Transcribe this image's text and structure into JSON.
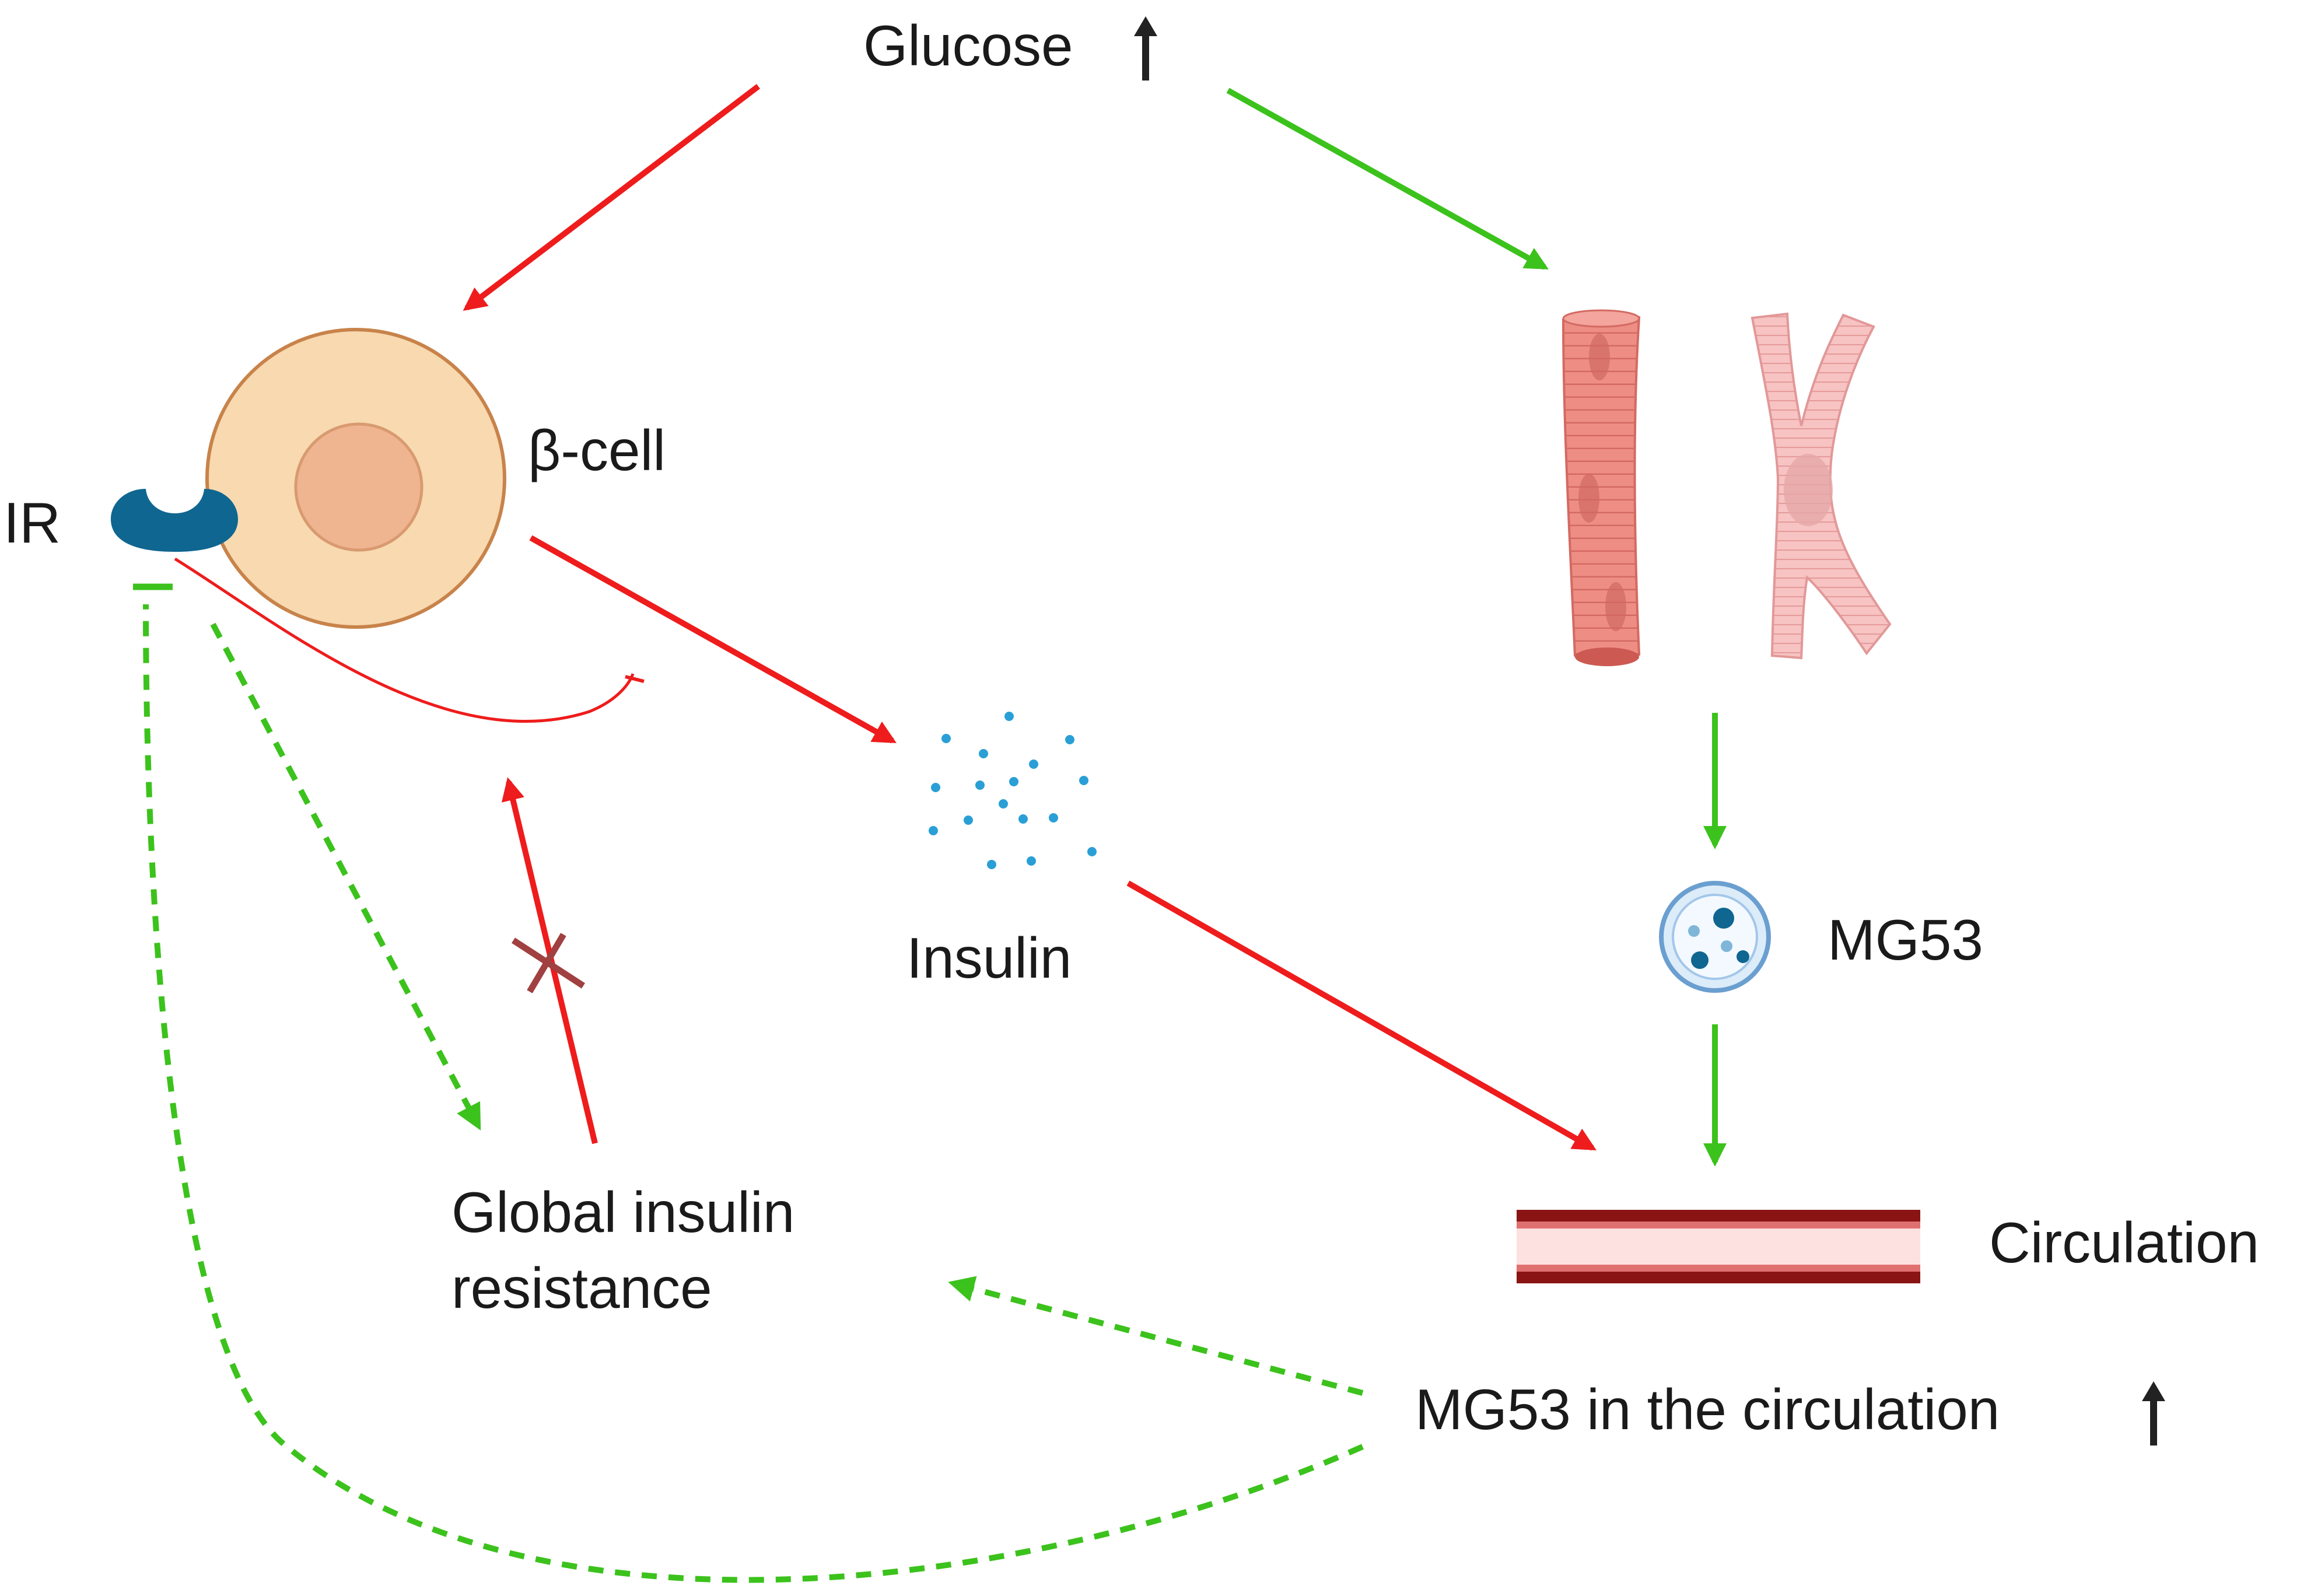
{
  "labels": {
    "glucose": "Glucose",
    "beta_cell": "β-cell",
    "ir": "IR",
    "insulin": "Insulin",
    "mg53": "MG53",
    "circulation": "Circulation",
    "global_line1": "Global insulin",
    "global_line2": "resistance",
    "mg53_circ": "MG53 in the circulation"
  },
  "colors": {
    "red_arrow": "#ee1c1c",
    "green_arrow": "#3cc21c",
    "receptor": "#0f6690",
    "cell_body": "#f8d9b0",
    "nucleus": "#efb490",
    "vessel_wall": "#8a1414",
    "vessel_lumen": "#fde0e0",
    "muscle_skeletal": "#ee8d84",
    "muscle_cardiac": "#f7c3c3",
    "cross_mark": "#a04040"
  },
  "icons": {
    "up_arrow": "up-arrow-icon",
    "receptor": "insulin-receptor-icon",
    "vesicle": "mg53-vesicle-icon",
    "cross": "cross-mark-icon"
  }
}
